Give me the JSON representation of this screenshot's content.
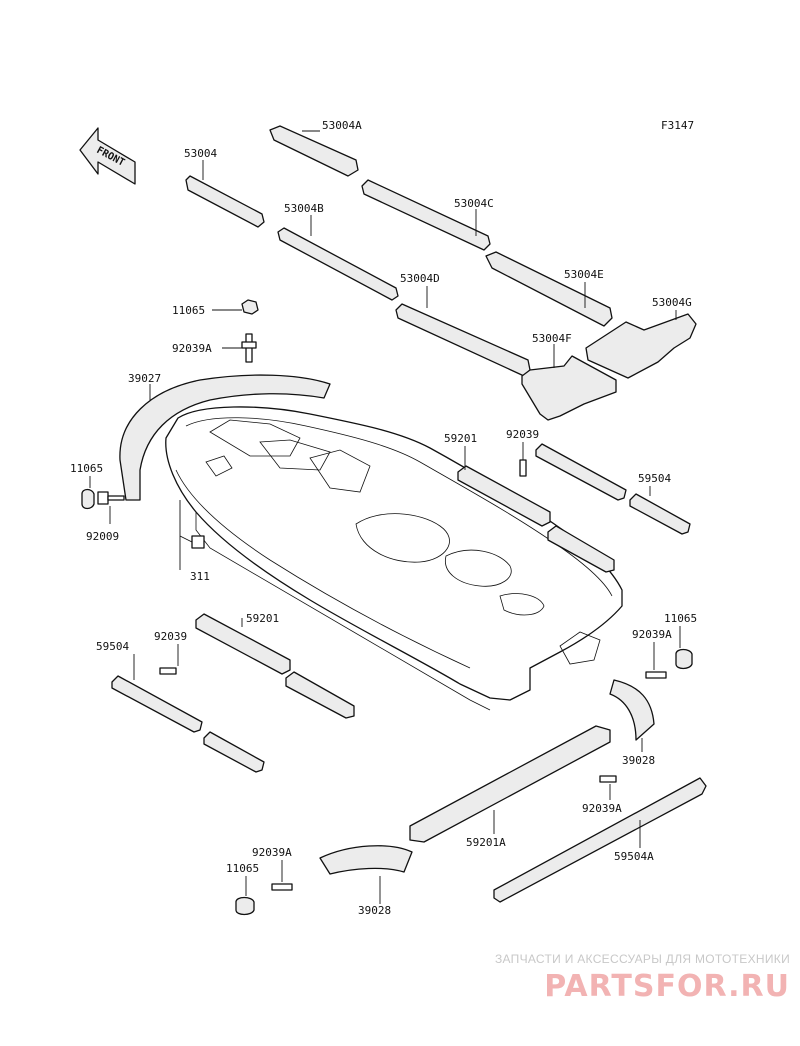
{
  "diagram": {
    "code": "F3147",
    "front_label": "FRONT",
    "labels": {
      "p53004": "53004",
      "p53004A": "53004A",
      "p53004B": "53004B",
      "p53004C": "53004C",
      "p53004D": "53004D",
      "p53004E": "53004E",
      "p53004F": "53004F",
      "p53004G": "53004G",
      "p11065_top": "11065",
      "p92039A_top": "92039A",
      "p39027": "39027",
      "p11065_left": "11065",
      "p92009": "92009",
      "p311": "311",
      "p59201_right": "59201",
      "p92039_right": "92039",
      "p59504_right": "59504",
      "p59201_left": "59201",
      "p92039_left": "92039",
      "p59504_left": "59504",
      "p11065_right": "11065",
      "p92039A_right": "92039A",
      "p39028_right": "39028",
      "p92039A_mid": "92039A",
      "p59201A": "59201A",
      "p59504A": "59504A",
      "p92039A_bottom": "92039A",
      "p11065_bottom": "11065",
      "p39028_bottom": "39028"
    }
  },
  "watermark": {
    "subtitle": "ЗАПЧАСТИ И АКСЕССУАРЫ ДЛЯ МОТОТЕХНИКИ",
    "logo": "PARTSFOR.RU"
  }
}
